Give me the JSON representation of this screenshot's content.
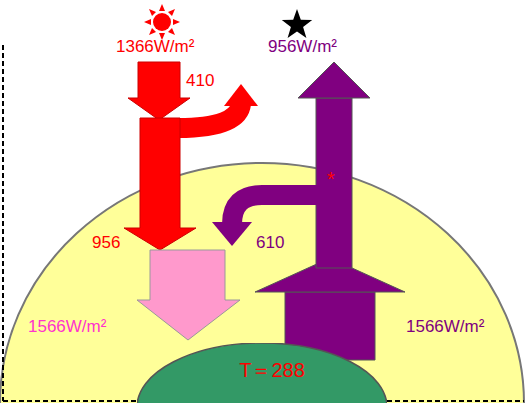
{
  "diagram": {
    "nodes": [
      {
        "text": [
          "T＝288"
        ]
      }
    ],
    "labels": [
      "1366W/m²",
      "956W/m²",
      "410",
      "956",
      "610",
      "*",
      "1566W/m²",
      "1566W/m²"
    ]
  }
}
